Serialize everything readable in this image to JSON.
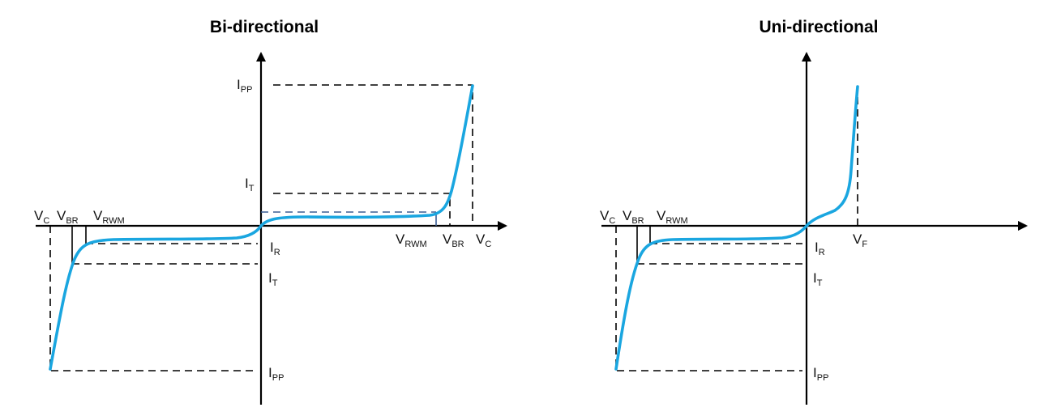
{
  "colors": {
    "curve": "#1aa6e0",
    "guide_blue": "#3b5e94",
    "axis": "#000000"
  },
  "bidirectional": {
    "title": "Bi-directional",
    "labels": {
      "ipp_top": {
        "main": "I",
        "sub": "PP"
      },
      "it_top": {
        "main": "I",
        "sub": "T"
      },
      "vrwm_pos": {
        "main": "V",
        "sub": "RWM"
      },
      "vbr_pos": {
        "main": "V",
        "sub": "BR"
      },
      "vc_pos": {
        "main": "V",
        "sub": "C"
      },
      "vc_neg": {
        "main": "V",
        "sub": "C"
      },
      "vbr_neg": {
        "main": "V",
        "sub": "BR"
      },
      "vrwm_neg": {
        "main": "V",
        "sub": "RWM"
      },
      "ir": {
        "main": "I",
        "sub": "R"
      },
      "it_bottom": {
        "main": "I",
        "sub": "T"
      },
      "ipp_bottom": {
        "main": "I",
        "sub": "PP"
      }
    }
  },
  "unidirectional": {
    "title": "Uni-directional",
    "labels": {
      "vc_neg": {
        "main": "V",
        "sub": "C"
      },
      "vbr_neg": {
        "main": "V",
        "sub": "BR"
      },
      "vrwm_neg": {
        "main": "V",
        "sub": "RWM"
      },
      "ir": {
        "main": "I",
        "sub": "R"
      },
      "vf": {
        "main": "V",
        "sub": "F"
      },
      "it_bottom": {
        "main": "I",
        "sub": "T"
      },
      "ipp_bottom": {
        "main": "I",
        "sub": "PP"
      }
    }
  }
}
